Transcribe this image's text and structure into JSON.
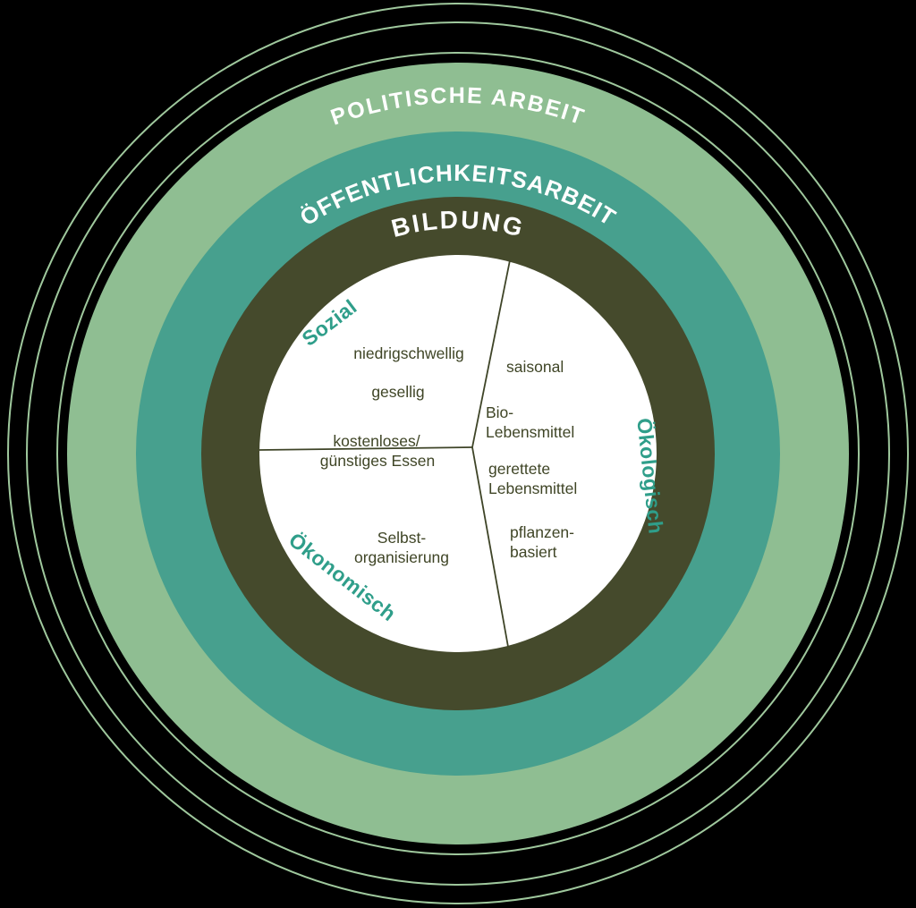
{
  "colors": {
    "background": "#000000",
    "outline_ring": "#9fc89d",
    "ring_politik": "#8fbe92",
    "ring_oeffentlichkeit": "#47a08e",
    "ring_bildung": "#454a2c",
    "inner_circle": "#ffffff",
    "divider_line": "#3e4427",
    "ring_label_text": "#ffffff",
    "sector_label": "#2f9e8a",
    "item_text": "#3f4526"
  },
  "rings": [
    {
      "label": "POLITISCHE ARBEIT"
    },
    {
      "label": "ÖFFENTLICHKEITSARBEIT"
    },
    {
      "label": "BILDUNG"
    }
  ],
  "sectors": {
    "sozial": {
      "label": "Sozial",
      "items": [
        [
          "niedrigschwellig"
        ],
        [
          "gesellig"
        ],
        [
          "kostenloses/",
          "günstiges Essen"
        ]
      ]
    },
    "oekologisch": {
      "label": "Ökologisch",
      "items": [
        [
          "saisonal"
        ],
        [
          "Bio-",
          "Lebensmittel"
        ],
        [
          "gerettete",
          "Lebensmittel"
        ],
        [
          "pflanzen-",
          "basiert"
        ]
      ]
    },
    "oekonomisch": {
      "label": "Ökonomisch",
      "items": [
        [
          "Selbst-",
          "organisierung"
        ]
      ]
    }
  }
}
